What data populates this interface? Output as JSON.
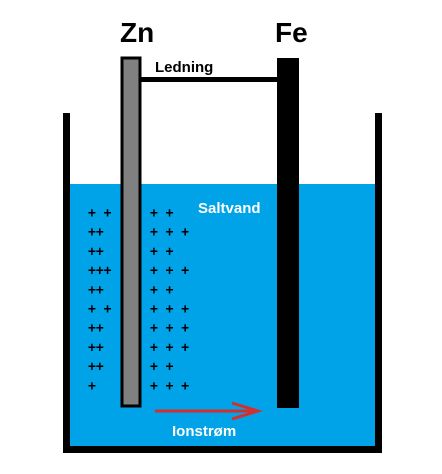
{
  "electrodes": {
    "left": {
      "label": "Zn",
      "color": "#808080"
    },
    "right": {
      "label": "Fe",
      "color": "#000000"
    }
  },
  "wire_label": "Ledning",
  "solution_label": "Saltvand",
  "current_label": "Ionstrøm",
  "charge_rows": {
    "left": [
      "+ +",
      "++",
      "++",
      "+++",
      "++",
      "+ +",
      "++",
      "++",
      "++",
      "+"
    ],
    "right": [
      "+ +",
      "+ + +",
      "+ +",
      "+ + +",
      "+ +",
      "+ + +",
      "+ +  +",
      "+ + +",
      "+ +",
      "+ + +"
    ]
  },
  "colors": {
    "water": "#00A2E8",
    "arrow": "#D32F2F",
    "container": "#000000",
    "text_white": "#ffffff"
  }
}
